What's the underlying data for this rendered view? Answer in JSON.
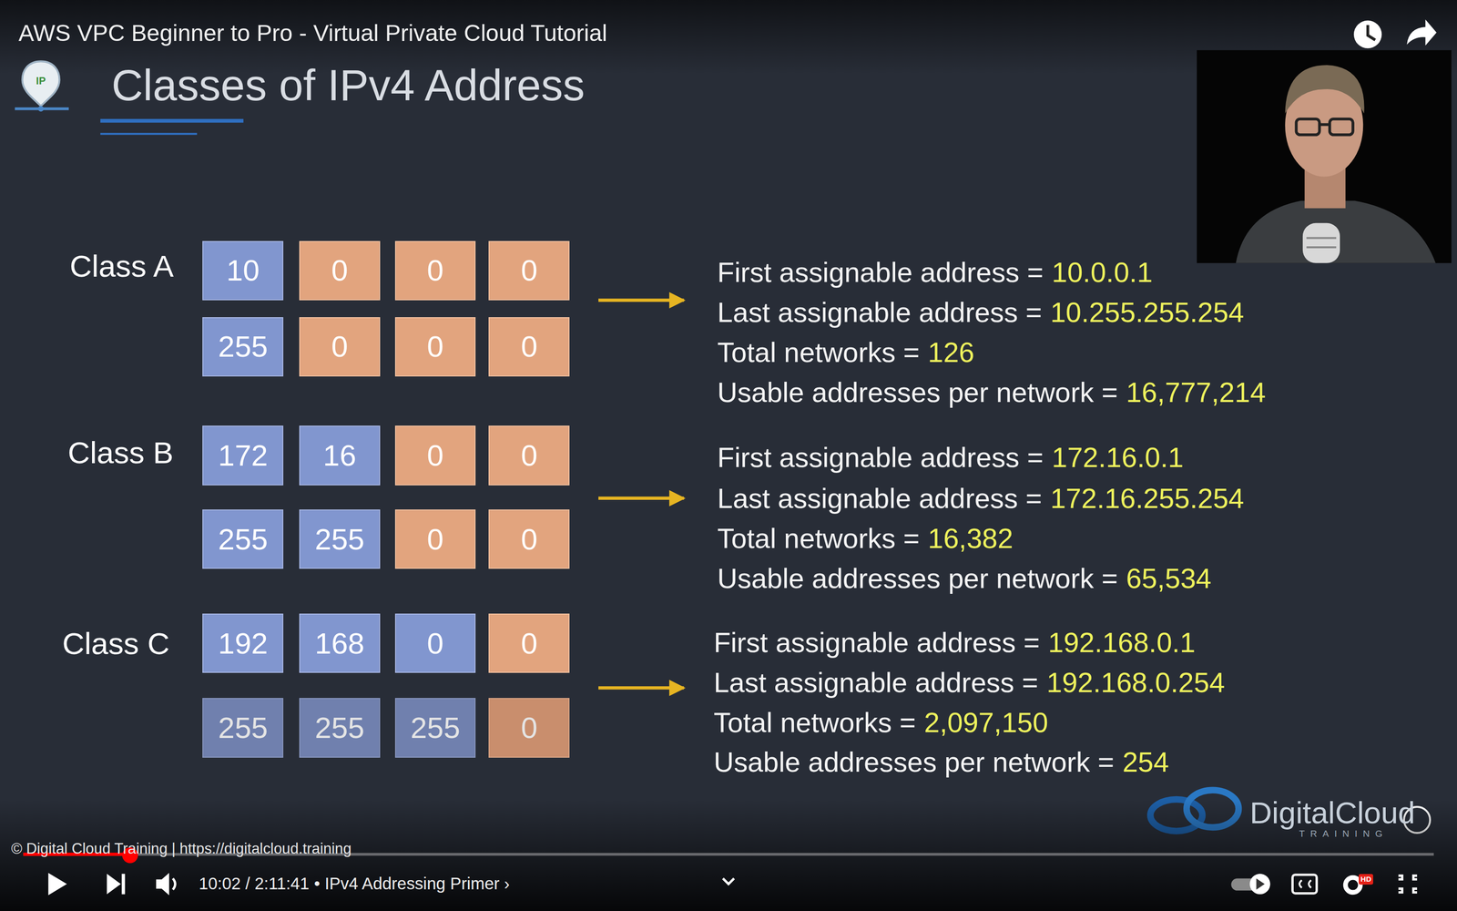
{
  "diagram": {
    "title": "Classes of IPv4 Address",
    "nodes": [
      {
        "text": [
          "10"
        ]
      },
      {
        "text": [
          "0"
        ]
      },
      {
        "text": [
          "0"
        ]
      },
      {
        "text": [
          "0"
        ]
      },
      {
        "text": [
          "255"
        ]
      },
      {
        "text": [
          "0"
        ]
      },
      {
        "text": [
          "0"
        ]
      },
      {
        "text": [
          "0"
        ]
      },
      {
        "text": [
          "172"
        ]
      },
      {
        "text": [
          "16"
        ]
      },
      {
        "text": [
          "0"
        ]
      },
      {
        "text": [
          "0"
        ]
      },
      {
        "text": [
          "255"
        ]
      },
      {
        "text": [
          "255"
        ]
      },
      {
        "text": [
          "0"
        ]
      },
      {
        "text": [
          "0"
        ]
      },
      {
        "text": [
          "192"
        ]
      },
      {
        "text": [
          "168"
        ]
      },
      {
        "text": [
          "0"
        ]
      },
      {
        "text": [
          "0"
        ]
      },
      {
        "text": [
          "255"
        ]
      },
      {
        "text": [
          "255"
        ]
      },
      {
        "text": [
          "255"
        ]
      },
      {
        "text": [
          "0"
        ]
      }
    ],
    "labels": [
      "AWS VPC Beginner to Pro - Virtual Private Cloud Tutorial",
      "IP",
      "Class A",
      "First assignable address =",
      "10.0.0.1",
      "Last assignable address =",
      "10.255.255.254",
      "Total networks =",
      "126",
      "Usable addresses per network =",
      "16,777,214",
      "Class B",
      "First assignable address =",
      "172.16.0.1",
      "Last assignable address =",
      "172.16.255.254",
      "Total networks =",
      "16,382",
      "Usable addresses per network =",
      "65,534",
      "Class C",
      "First assignable address =",
      "192.168.0.1",
      "Last assignable address =",
      "192.168.0.254",
      "Total networks =",
      "2,097,150",
      "Usable addresses per network =",
      "254",
      "© Digital Cloud Training | https://digitalcloud.training",
      "DigitalCloud",
      "TRAINING",
      "10:02 / 2:11:41",
      "• IPv4 Addressing Primer ›",
      "HD"
    ]
  }
}
